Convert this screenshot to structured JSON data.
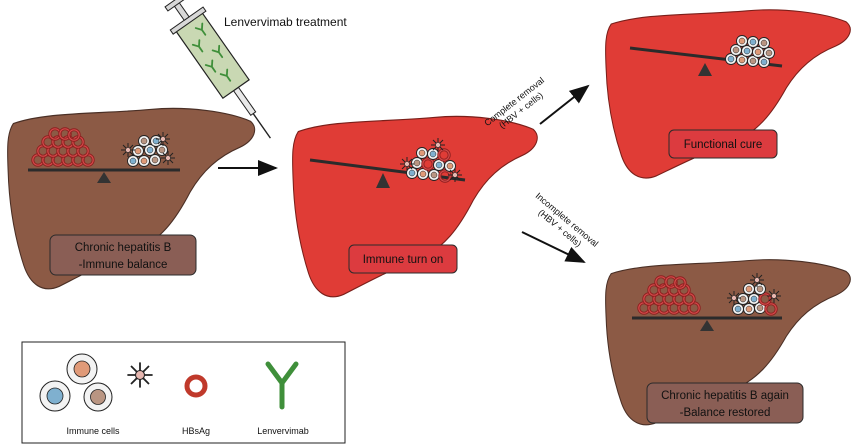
{
  "treatment": {
    "label": "Lenvervimab treatment"
  },
  "stages": {
    "chronic": {
      "line1": "Chronic hepatitis B",
      "line2": "-Immune balance"
    },
    "turn_on": {
      "label": "Immune turn on"
    },
    "cure": {
      "label": "Functional cure"
    },
    "again": {
      "line1": "Chronic hepatitis B again",
      "line2": "-Balance restored"
    }
  },
  "paths": {
    "complete": {
      "line1": "Complete removal",
      "line2": "(HBV + cells)"
    },
    "incomplete": {
      "line1": "Incomplete removal",
      "line2": "(HBV + cells)"
    }
  },
  "legend": {
    "immune_cells": "Immune cells",
    "hbsag": "HBsAg",
    "antibody": "Lenvervimab"
  },
  "colors": {
    "liver_brown": "#8c5a45",
    "liver_red": "#e03c36",
    "box_brown": "#8a5e55",
    "box_red": "#dc3b3f",
    "hbsag_ring": "#c0392b",
    "antibody_green": "#3f8f3a",
    "cell_orange": "#e09a78",
    "cell_blue": "#7fb0cf",
    "cell_tan": "#b99582"
  }
}
